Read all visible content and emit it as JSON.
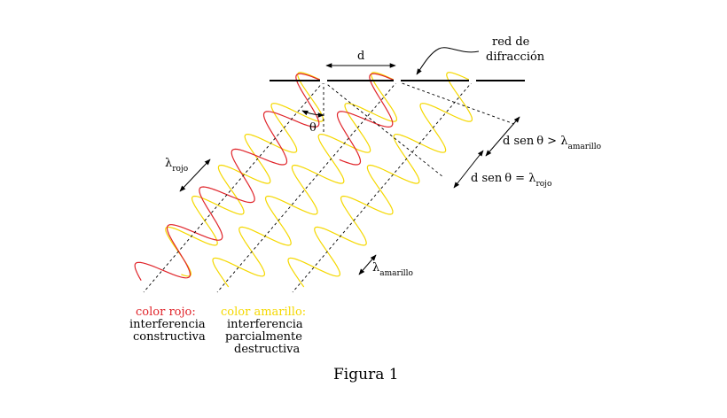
{
  "grating_label_line1": "red de",
  "grating_label_line2": "difracción",
  "spacing_label": "d",
  "angle_label": "θ",
  "lambda_red": {
    "symbol": "λ",
    "subscript": "rojo"
  },
  "lambda_yellow": {
    "symbol": "λ",
    "subscript": "amarillo"
  },
  "path_diff_yellow": {
    "prefix": "d sen",
    "theta": "θ",
    "relation": " > ",
    "symbol": "λ",
    "subscript": "amarillo"
  },
  "path_diff_red": {
    "prefix": "d sen",
    "theta": "θ",
    "relation": " = ",
    "symbol": "λ",
    "subscript": "rojo"
  },
  "red_note": {
    "title": "color rojo:",
    "line1": "interferencia",
    "line2": "constructiva"
  },
  "yellow_note": {
    "title": "color amarillo:",
    "line1": "interferencia",
    "line2": "parcialmente",
    "line3": "destructiva"
  },
  "caption": "Figura 1",
  "colors": {
    "red": "#e0242a",
    "yellow": "#f5d800",
    "ink": "#000000"
  },
  "wave_ratio": {
    "red_wavelength_relative": 1.0,
    "yellow_wavelength_relative": 0.82
  }
}
